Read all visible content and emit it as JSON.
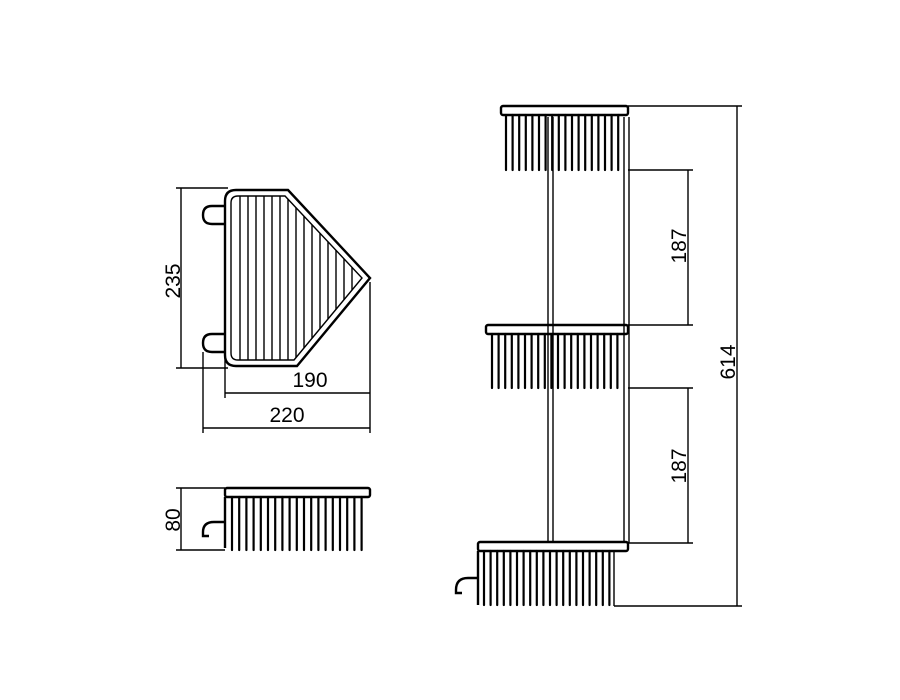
{
  "dimensions": {
    "top_view_height": "235",
    "top_view_inner_width": "190",
    "top_view_outer_width": "220",
    "side_view_height": "80",
    "shelf_spacing_upper": "187",
    "shelf_spacing_lower": "187",
    "total_height": "614"
  },
  "colors": {
    "line": "#000000",
    "background": "#ffffff"
  }
}
